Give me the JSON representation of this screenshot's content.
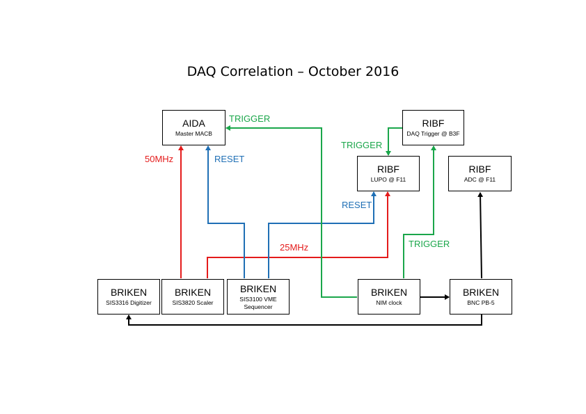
{
  "title": "DAQ Correlation – October 2016",
  "colors": {
    "red": "#e41b1b",
    "blue": "#1f6fb5",
    "green": "#1aa64a",
    "black": "#000000"
  },
  "boxes": {
    "aida_master": {
      "main": "AIDA",
      "sub": "Master MACB"
    },
    "ribf_daq_trigger": {
      "main": "RIBF",
      "sub": "DAQ Trigger @ B3F"
    },
    "ribf_lupo": {
      "main": "RIBF",
      "sub": "LUPO @ F11"
    },
    "ribf_adc": {
      "main": "RIBF",
      "sub": "ADC @ F11"
    },
    "briken_digitizer": {
      "main": "BRIKEN",
      "sub": "SIS3316 Digitizer"
    },
    "briken_scaler": {
      "main": "BRIKEN",
      "sub": "SIS3820 Scaler"
    },
    "briken_sequencer": {
      "main": "BRIKEN",
      "sub": "SIS3100 VME Sequencer"
    },
    "briken_nim_clock": {
      "main": "BRIKEN",
      "sub": "NIM clock"
    },
    "briken_bnc": {
      "main": "BRIKEN",
      "sub": "BNC PB-5"
    }
  },
  "labels": {
    "trigger_aida": "TRIGGER",
    "clock_50": "50MHz",
    "reset_aida": "RESET",
    "trigger_lupo": "TRIGGER",
    "reset_lupo": "RESET",
    "clock_25": "25MHz",
    "trigger_nim": "TRIGGER"
  }
}
